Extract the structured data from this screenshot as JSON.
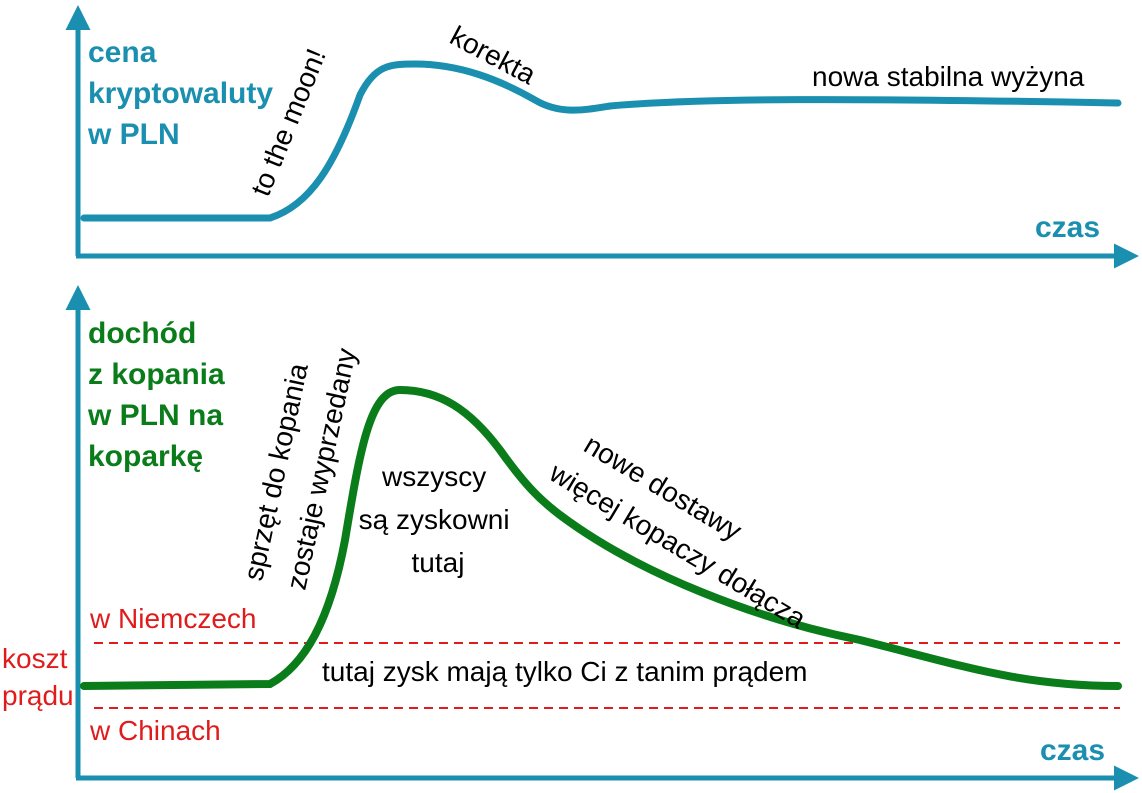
{
  "colors": {
    "axis": "#1a8fb0",
    "price_curve": "#1a8fb0",
    "income_curve": "#0a7d1a",
    "income_label": "#0a7d1a",
    "cost": "#e01b1b"
  },
  "top_panel": {
    "ylabel": [
      "cena",
      "kryptowaluty",
      "w PLN"
    ],
    "xlabel": "czas",
    "annotations": {
      "rise": "to the moon!",
      "correction": "korekta",
      "plateau": "nowa stabilna wyżyna"
    }
  },
  "bottom_panel": {
    "ylabel": [
      "dochód",
      "z kopania",
      "w PLN na",
      "koparkę"
    ],
    "xlabel": "czas",
    "annotations": {
      "hardware_sold_out": [
        "sprzęt do kopania",
        "zostaje wyprzedany"
      ],
      "everyone_profitable": [
        "wszyscy",
        "są zyskowni",
        "tutaj"
      ],
      "new_deliveries": [
        "nowe dostawy",
        "więcej kopaczy dołącza"
      ],
      "cheap_power": "tutaj zysk mają tylko Ci z tanim prądem"
    },
    "cost_label": [
      "koszt",
      "prądu"
    ],
    "cost_lines": {
      "germany": "w Niemczech",
      "china": "w Chinach"
    }
  }
}
